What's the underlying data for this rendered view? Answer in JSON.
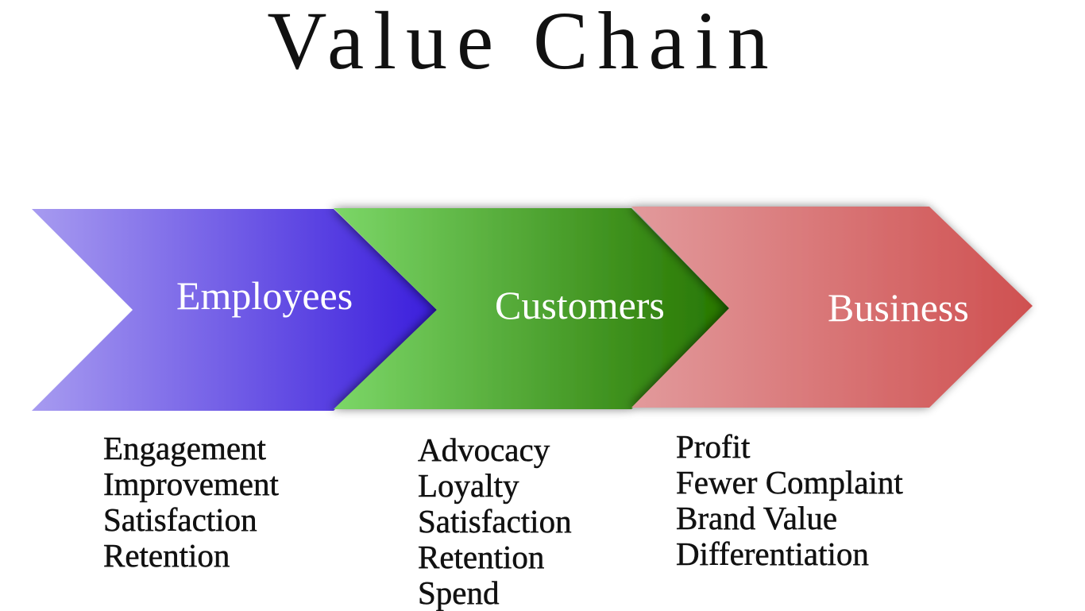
{
  "title": "Value Chain",
  "stages": [
    {
      "label": "Employees",
      "color_start": "#a79bf0",
      "color_end": "#3a1ddc",
      "items": [
        "Engagement",
        "Improvement",
        "Satisfaction",
        "Retention"
      ]
    },
    {
      "label": "Customers",
      "color_start": "#7cd768",
      "color_end": "#267500",
      "items": [
        "Advocacy",
        "Loyalty",
        "Satisfaction",
        "Retention",
        "Spend"
      ]
    },
    {
      "label": "Business",
      "color_start": "#e29a9c",
      "color_end": "#cf5050",
      "items": [
        "Profit",
        "Fewer Complaint",
        "Brand Value",
        "Differentiation"
      ]
    }
  ]
}
